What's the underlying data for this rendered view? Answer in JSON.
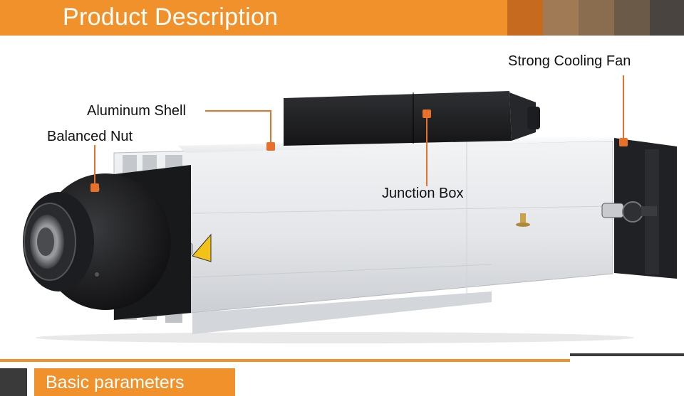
{
  "header": {
    "title": "Product Description"
  },
  "callouts": {
    "aluminum_shell": "Aluminum Shell",
    "balanced_nut": "Balanced Nut",
    "junction_box": "Junction Box",
    "cooling_fan": "Strong Cooling Fan"
  },
  "footer": {
    "title": "Basic parameters"
  },
  "colors": {
    "accent_orange": "#f0912b",
    "leader_orange": "#e8702a",
    "swatch_1": "#c56a1e",
    "swatch_2": "#a07a54",
    "swatch_3": "#8a6d4f",
    "swatch_4": "#6b5a48",
    "swatch_5": "#4a4440",
    "dark": "#3a3a3a"
  }
}
